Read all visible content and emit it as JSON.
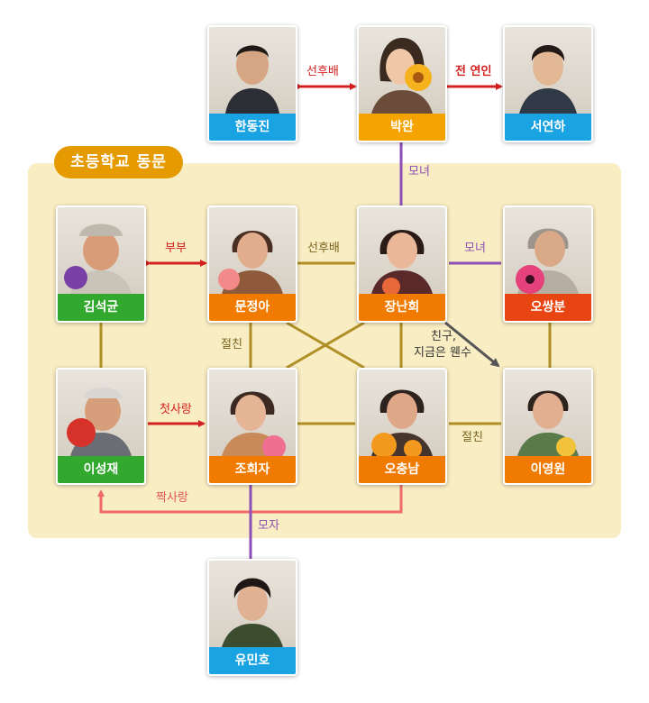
{
  "colors": {
    "panel": "#f9edc3",
    "tag": "#e59b00",
    "red_line": "#d32020",
    "purple_line": "#8c4fb5",
    "gold_line": "#b09026",
    "gray_line": "#555555",
    "pink_line": "#ef6b6b"
  },
  "group_label": "초등학교 동문",
  "people": {
    "han_dongjin": "한동진",
    "park_wan": "박완",
    "seo_yeonha": "서연하",
    "kim_seokgyun": "김석균",
    "moon_jeonga": "문정아",
    "jang_nanhee": "장난희",
    "oh_ssangbun": "오쌍분",
    "lee_seongjae": "이성재",
    "jo_heeja": "조희자",
    "oh_chungnam": "오충남",
    "lee_yeongwon": "이영원",
    "yu_minho": "유민호"
  },
  "relations": {
    "seonhubae_top": "선후배",
    "ex_lover": "전 연인",
    "mother_daughter_top": "모녀",
    "couple": "부부",
    "seonhubae_mid": "선후배",
    "mother_daughter_right": "모녀",
    "close_friend_left": "절친",
    "friend_now_enemy_1": "친구,",
    "friend_now_enemy_2": "지금은 웬수",
    "first_love": "첫사랑",
    "close_friend_right": "절친",
    "unrequited_love": "짝사랑",
    "mother_son": "모자"
  }
}
